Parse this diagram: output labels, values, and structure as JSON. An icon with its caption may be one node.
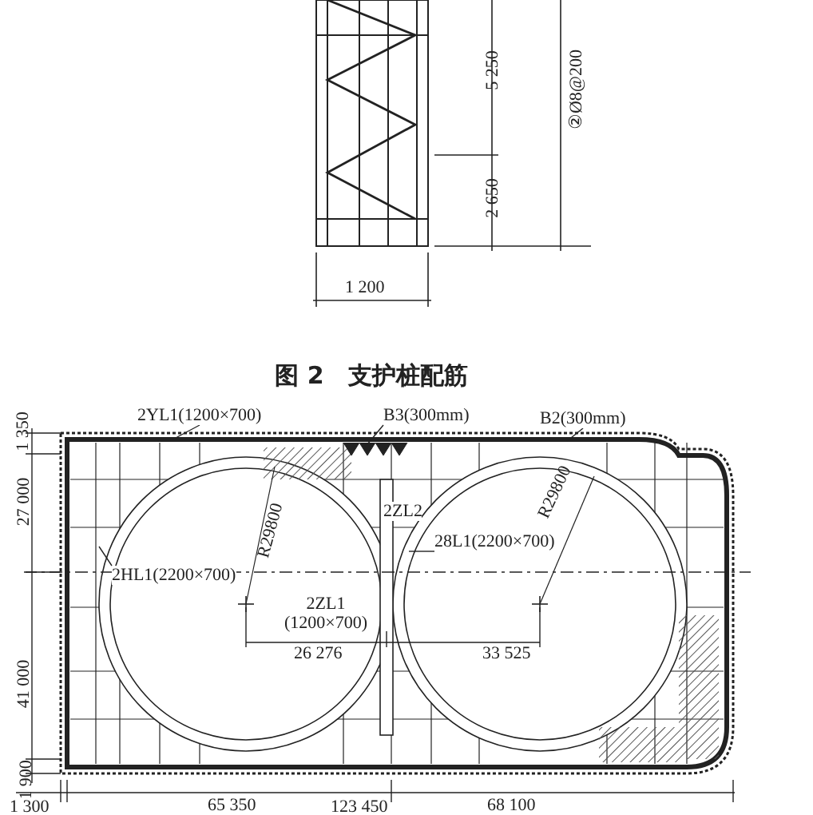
{
  "diagram": {
    "caption": "图 2　支护桩配筋",
    "nodes": [
      {
        "text": [
          "2YL1(1200×700)"
        ]
      },
      {
        "text": [
          "B3(300mm)"
        ]
      },
      {
        "text": [
          "B2(300mm)"
        ]
      },
      {
        "text": [
          "2HL1(2200×700)"
        ]
      },
      {
        "text": [
          "28L1(2200×700)"
        ]
      }
    ],
    "edges": [
      {
        "from": 0,
        "to": null,
        "arrow": "none"
      },
      {
        "from": 1,
        "to": null,
        "arrow": "none"
      },
      {
        "from": 2,
        "to": null,
        "arrow": "none"
      },
      {
        "from": 3,
        "to": null,
        "arrow": "none"
      },
      {
        "from": 4,
        "to": null,
        "arrow": "none"
      }
    ],
    "labels": [
      "5 250",
      "②Ø8@200",
      "2 650",
      "1 200",
      "1 350",
      "27 000",
      "R29800",
      "2ZL2",
      "R29800",
      "2ZL1 (1200×700)",
      "26 276",
      "33 525",
      "41 000",
      "1 900",
      "1 300",
      "65 350",
      "123 450",
      "68 100"
    ]
  }
}
